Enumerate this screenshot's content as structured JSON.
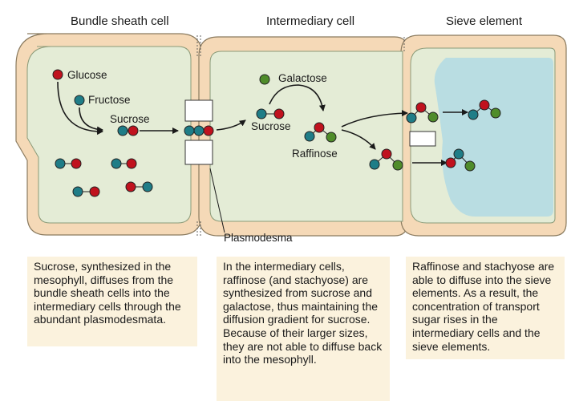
{
  "headers": {
    "bundle_sheath": "Bundle sheath cell",
    "intermediary": "Intermediary cell",
    "sieve": "Sieve element"
  },
  "labels": {
    "glucose": "Glucose",
    "fructose": "Fructose",
    "sucrose_left": "Sucrose",
    "galactose": "Galactose",
    "sucrose_mid": "Sucrose",
    "raffinose": "Raffinose",
    "plasmodesma": "Plasmodesma"
  },
  "captions": {
    "bundle_sheath": "Sucrose, synthesized in the mesophyll, diffuses from the bundle sheath cells into the intermediary cells through the abundant plasmodesmata.",
    "intermediary": "In the intermediary cells, raffinose (and stachyose) are synthesized from sucrose and galactose, thus maintaining the diffusion gradient for sucrose. Because of their larger sizes, they are not able to diffuse back into the mesophyll.",
    "sieve": "Raffinose and stachyose are able to diffuse into the sieve elements. As a result, the concentration of transport sugar rises in the intermediary cells and the sieve elements."
  },
  "colors": {
    "glucose": "#c0121e",
    "fructose": "#1f7d87",
    "galactose": "#4f8c2a",
    "cell_wall": "#f5d9b7",
    "cytoplasm": "#e4ecd6",
    "sieve_lumen": "#b9dde2",
    "caption_bg": "#fbf2dd"
  }
}
